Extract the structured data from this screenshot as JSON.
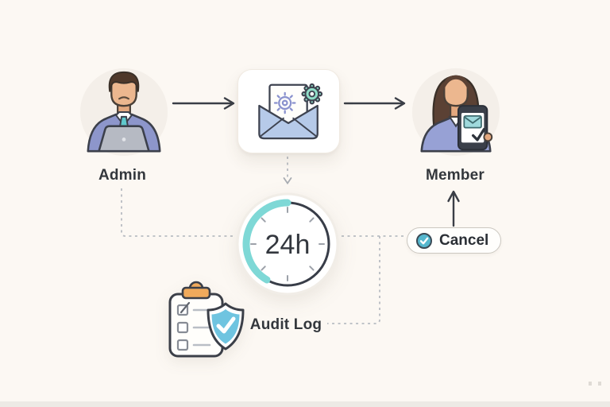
{
  "flow": {
    "admin": {
      "label": "Admin",
      "icon": "person-at-laptop"
    },
    "invitation_email": {
      "icon": "open-envelope-with-gears"
    },
    "member": {
      "label": "Member",
      "icon": "person-with-tablet"
    },
    "timer": {
      "value": "24h",
      "icon": "countdown-ring-clock"
    },
    "audit_log": {
      "label": "Audit Log",
      "icon": "clipboard-checklist-with-shield"
    },
    "cancel_action": {
      "label": "Cancel",
      "icon": "check-circle"
    }
  },
  "colors": {
    "background": "#FCF8F3",
    "outline": "#3C404B",
    "accent_teal": "#7ED8D6",
    "suit_periwinkle": "#8D96CB",
    "blouse_periwinkle": "#97A1D5",
    "envelope_blue": "#B6CAE9",
    "gear_mint": "#8FDDC7",
    "gear_purple": "#8A92CE",
    "clip_orange": "#F0AA5C",
    "shield_blue": "#6FC4E0",
    "cancel_icon_blue": "#55B7CE",
    "dashed_line": "#B8BCC2",
    "label_text": "#33373C"
  }
}
